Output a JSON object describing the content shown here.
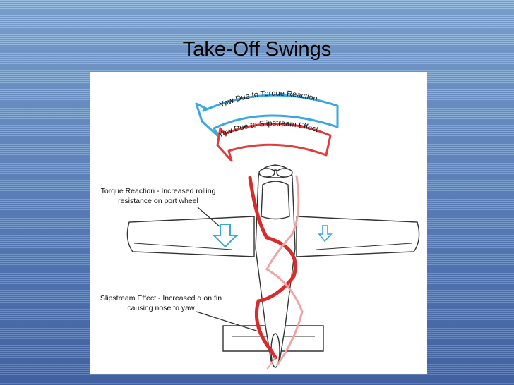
{
  "slide": {
    "title": "Take-Off Swings"
  },
  "diagram": {
    "arrow_torque_label": "Yaw Due to Torque Reaction",
    "arrow_slipstream_label": "Yaw Due to Slipstream Effect",
    "torque_note_line1": "Torque Reaction - Increased rolling",
    "torque_note_line2": "resistance on port wheel",
    "slipstream_note_line1": "Slipstream Effect - Increased α on fin",
    "slipstream_note_line2": "causing nose to yaw",
    "colors": {
      "torque_arrow": "#3aa7de",
      "slipstream_arrow": "#e23b3b",
      "slipstream_spiral": "#d92b2b",
      "down_arrows": "#3aa7de",
      "airframe_outline": "#333333"
    }
  }
}
